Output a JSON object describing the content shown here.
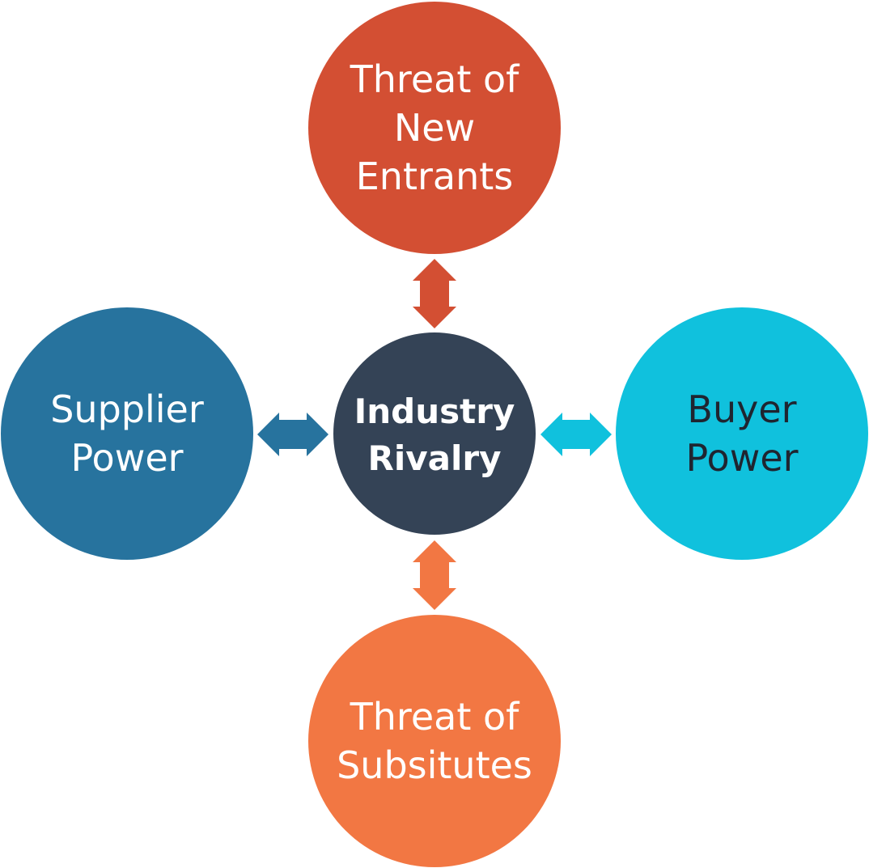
{
  "diagram": {
    "center": {
      "label": "Industry\nRivalry",
      "color": "#344356"
    },
    "forces": [
      {
        "id": "top",
        "label": "Threat of\nNew\nEntrants",
        "color": "#d34f33"
      },
      {
        "id": "left",
        "label": "Supplier\nPower",
        "color": "#27739e"
      },
      {
        "id": "right",
        "label": "Buyer\nPower",
        "color": "#10c1dd"
      },
      {
        "id": "bottom",
        "label": "Threat of\nSubsitutes",
        "color": "#f27743"
      }
    ],
    "connectors": [
      {
        "from": "top",
        "to": "center",
        "style": "double-arrow",
        "color": "#d34f33"
      },
      {
        "from": "left",
        "to": "center",
        "style": "double-arrow",
        "color": "#27739e"
      },
      {
        "from": "right",
        "to": "center",
        "style": "double-arrow",
        "color": "#10c1dd"
      },
      {
        "from": "bottom",
        "to": "center",
        "style": "double-arrow",
        "color": "#f27743"
      }
    ]
  }
}
